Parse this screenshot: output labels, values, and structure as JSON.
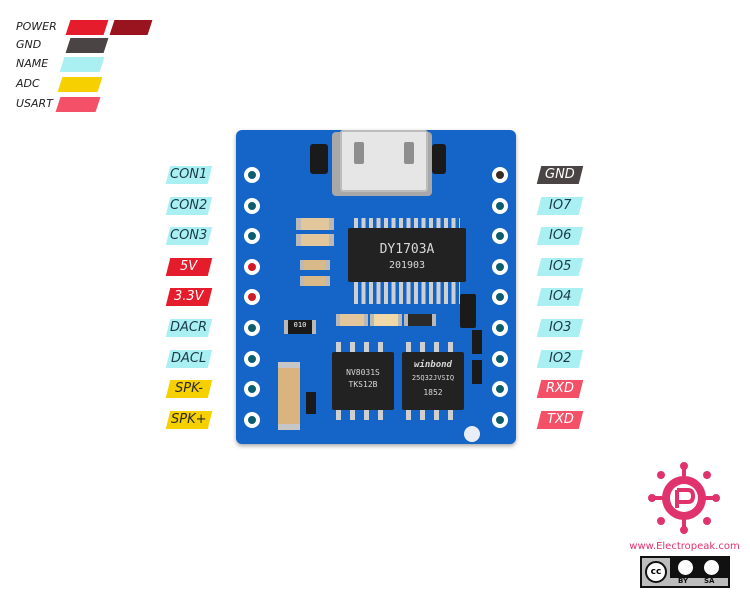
{
  "legend": [
    {
      "label": "POWER",
      "colors": [
        "#e51c2b",
        "#9a1420"
      ]
    },
    {
      "label": "GND",
      "colors": [
        "#4a4444"
      ]
    },
    {
      "label": "NAME",
      "colors": [
        "#aaf0f2"
      ]
    },
    {
      "label": "ADC",
      "colors": [
        "#f7d000"
      ]
    },
    {
      "label": "USART",
      "colors": [
        "#f45068"
      ]
    }
  ],
  "left_pins": [
    {
      "label": "CON1",
      "type": "name"
    },
    {
      "label": "CON2",
      "type": "name"
    },
    {
      "label": "CON3",
      "type": "name"
    },
    {
      "label": "5V",
      "type": "power"
    },
    {
      "label": "3.3V",
      "type": "power"
    },
    {
      "label": "DACR",
      "type": "name"
    },
    {
      "label": "DACL",
      "type": "name"
    },
    {
      "label": "SPK-",
      "type": "adc"
    },
    {
      "label": "SPK+",
      "type": "adc"
    }
  ],
  "right_pins": [
    {
      "label": "GND",
      "type": "gnd"
    },
    {
      "label": "IO7",
      "type": "name"
    },
    {
      "label": "IO6",
      "type": "name"
    },
    {
      "label": "IO5",
      "type": "name"
    },
    {
      "label": "IO4",
      "type": "name"
    },
    {
      "label": "IO3",
      "type": "name"
    },
    {
      "label": "IO2",
      "type": "name"
    },
    {
      "label": "RXD",
      "type": "usart"
    },
    {
      "label": "TXD",
      "type": "usart"
    }
  ],
  "board": {
    "main_chip_line1": "DY1703A",
    "main_chip_line2": "201903",
    "flash_chip_brand": "winbond",
    "flash_chip_line1": "25Q32JVSIQ",
    "flash_chip_line2": "1852",
    "amp_chip_line1": "NV8031S",
    "amp_chip_line2": "TKS12B",
    "resistor_label": "010"
  },
  "branding": {
    "website": "www.Electropeak.com",
    "license_cc": "cc",
    "license_by": "BY",
    "license_sa": "SA"
  },
  "colors": {
    "board": "#1565c8",
    "name": "#aaf0f2",
    "power": "#e51c2b",
    "gnd": "#4a4444",
    "adc": "#f7d000",
    "usart": "#f45068",
    "brand": "#e0336e"
  }
}
